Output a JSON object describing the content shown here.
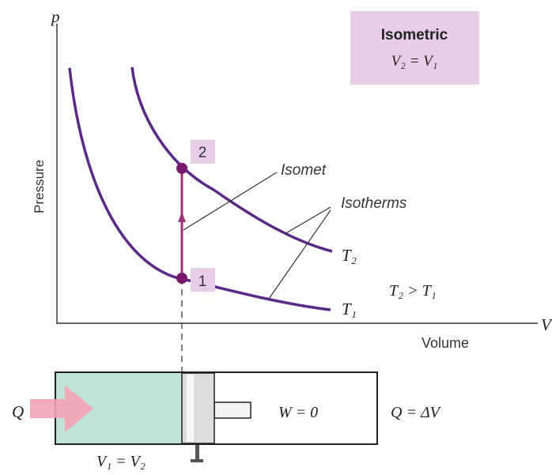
{
  "axes": {
    "y_symbol": "p",
    "x_symbol": "V",
    "y_label": "Pressure",
    "x_label": "Volume"
  },
  "title_box": {
    "title": "Isometric",
    "condition": "V₂ = V₁"
  },
  "points": {
    "p1": "1",
    "p2": "2"
  },
  "labels": {
    "isomet": "Isomet",
    "isotherms": "Isotherms",
    "t2": "T₂",
    "t1": "T₁",
    "relation": "T₂ > T₁"
  },
  "cylinder": {
    "heat": "Q",
    "work": "W = 0",
    "energy": "Q = ΔV",
    "volumes": "V₁ = V₂"
  },
  "colors": {
    "curve": "#5b2a86",
    "isochore": "#a0307a",
    "highlight": "#e6cfe6",
    "gas": "#bfe3d6",
    "arrow": "#f3a3b3"
  }
}
